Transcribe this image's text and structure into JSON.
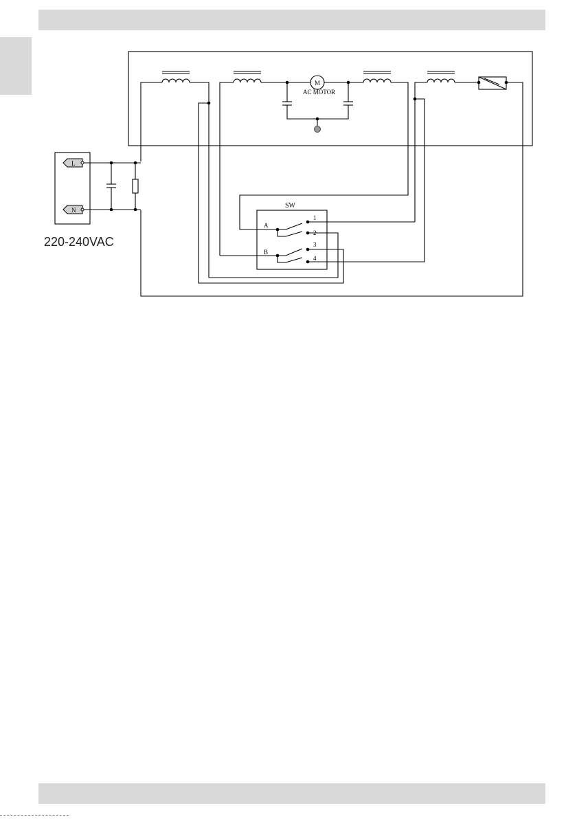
{
  "schematic": {
    "supply_voltage": "220-240VAC",
    "terminal_live": "L",
    "terminal_neutral": "N",
    "motor_label": "AC MOTOR",
    "motor_symbol": "M",
    "switch_label": "SW",
    "switch_input_a": "A",
    "switch_input_b": "B",
    "switch_contact_1": "1",
    "switch_contact_2": "2",
    "switch_contact_3": "3",
    "switch_contact_4": "4"
  },
  "colors": {
    "page_bars": "#d9d9d9",
    "wire": "#000000",
    "ground_fill": "#9a9a9a",
    "terminal_fill": "#d0d0d0"
  }
}
